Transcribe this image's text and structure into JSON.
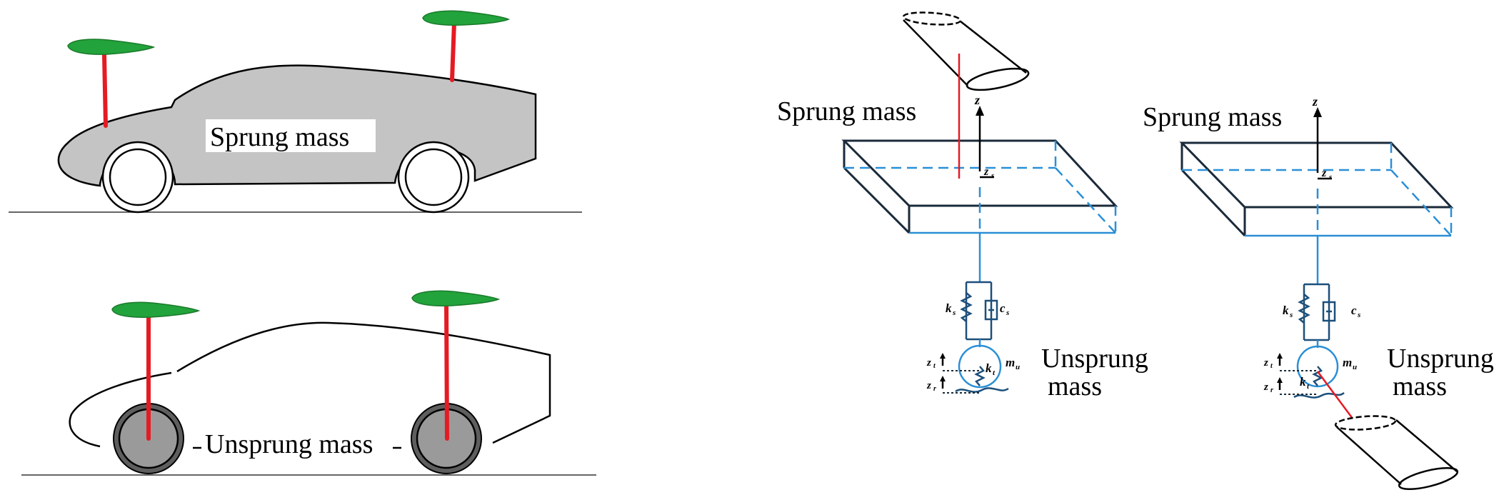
{
  "labels": {
    "car_sprung_mass": "Sprung mass",
    "car_unsprung_mass": "Unsprung mass",
    "model1_sprung": "Sprung mass",
    "model1_unsprung_line1": "Unsprung",
    "model1_unsprung_line2": "mass",
    "model2_sprung": "Sprung mass",
    "model2_unsprung_line1": "Unsprung",
    "model2_unsprung_line2": "mass"
  },
  "symbols": {
    "z": "z",
    "zs_base": "z",
    "zs_sub": "s",
    "ks_base": "k",
    "ks_sub": "s",
    "cs_base": "c",
    "cs_sub": "s",
    "mu_base": "m",
    "mu_sub": "u",
    "kt_base": "k",
    "kt_sub": "t",
    "zt_base": "z",
    "zt_sub": "t",
    "zr_base": "z",
    "zr_sub": "r"
  },
  "colors": {
    "car_body": "#c4c4c4",
    "wing": "#22a33b",
    "strut": "#e51b24",
    "model_lines": "#2a8fd6",
    "wheel_gray": "#9a9a9a"
  }
}
